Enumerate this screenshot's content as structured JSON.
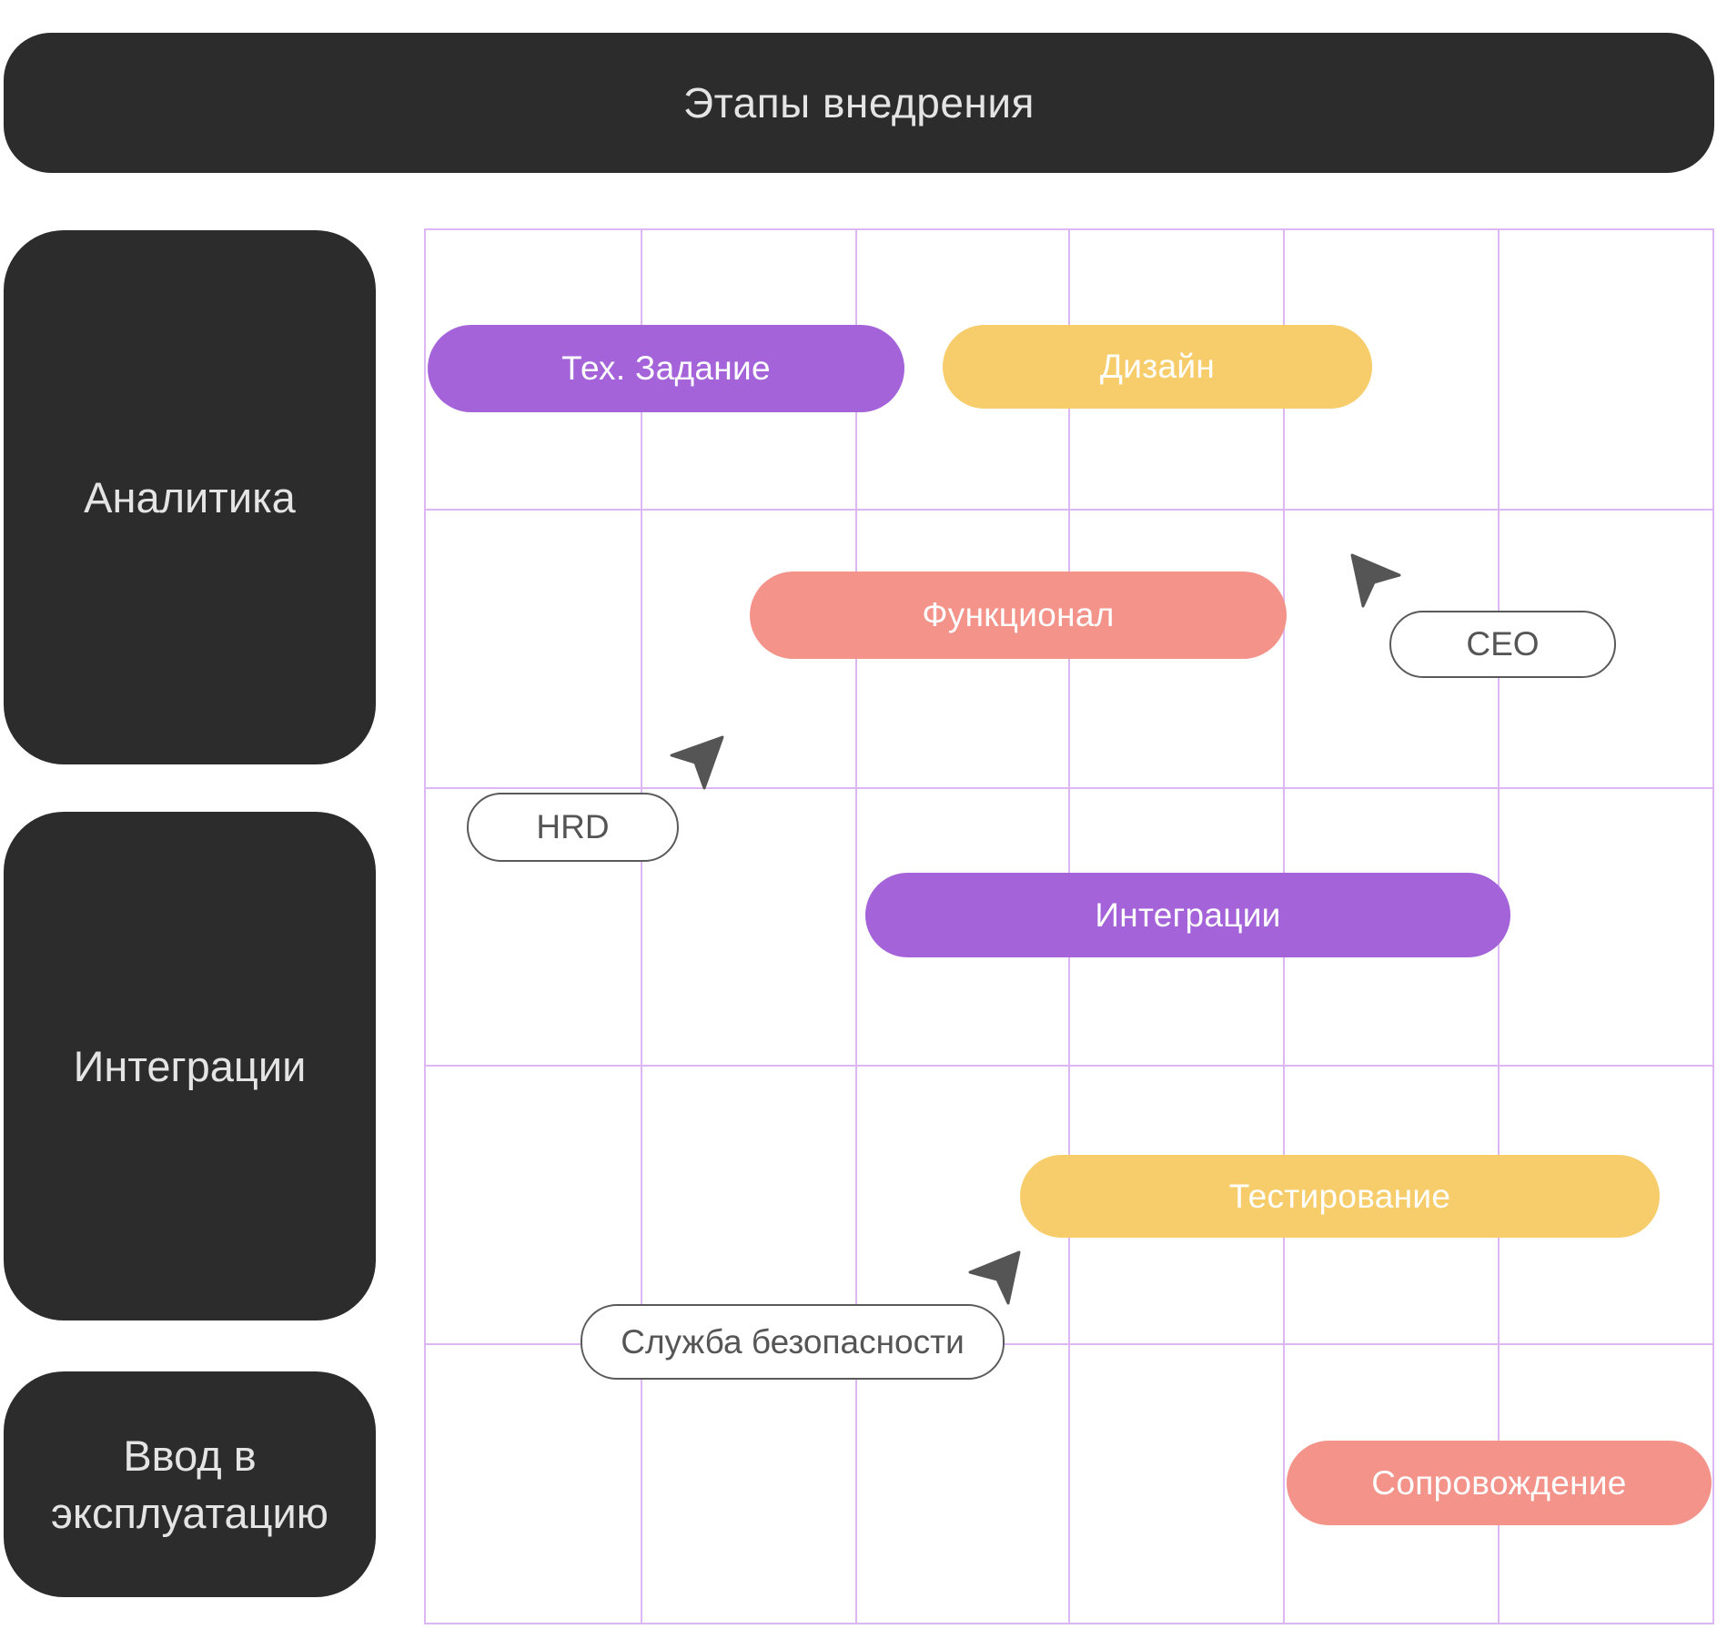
{
  "title": "Этапы внедрения",
  "phases": [
    {
      "lines": [
        "Аналитика"
      ]
    },
    {
      "lines": [
        "Интеграции"
      ]
    },
    {
      "lines": [
        "Ввод в",
        "эксплуатацию"
      ]
    }
  ],
  "tasks": [
    {
      "label": "Тех. Задание",
      "color": "#a463d9"
    },
    {
      "label": "Дизайн",
      "color": "#f7cd6b"
    },
    {
      "label": "Функционал",
      "color": "#f3938a"
    },
    {
      "label": "Интеграции",
      "color": "#a463d9"
    },
    {
      "label": "Тестирование",
      "color": "#f7cd6b"
    },
    {
      "label": "Сопровождение",
      "color": "#f3938a"
    }
  ],
  "roles": [
    {
      "label": "CEO",
      "icon": "cursor-arrow-icon"
    },
    {
      "label": "HRD",
      "icon": "cursor-arrow-icon"
    },
    {
      "label": "Служба безопасности",
      "icon": "cursor-arrow-icon"
    }
  ],
  "colors": {
    "dark": "#2c2c2c",
    "grid": "#dcb7f3",
    "purple": "#a463d9",
    "yellow": "#f7cd6b",
    "salmon": "#f3938a",
    "cursor": "#555555"
  }
}
